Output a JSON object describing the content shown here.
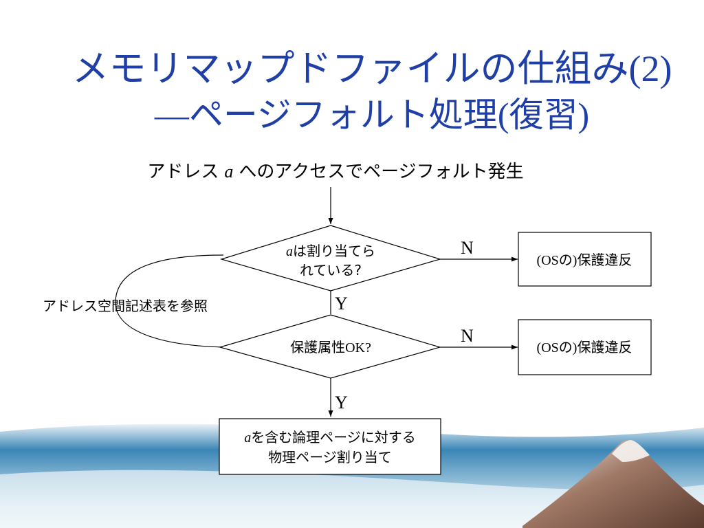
{
  "title": {
    "line1_main": "メモリマップドファイルの仕組み",
    "line1_suffix": "(2)",
    "line2_dash": "—",
    "line2_main": "ページフォルト処理",
    "line2_paren_open": "(",
    "line2_paren_text": "復習",
    "line2_paren_close": ")"
  },
  "flowchart": {
    "start_pre": "アドレス",
    "start_var": "a",
    "start_post": "へのアクセスでページフォルト発生",
    "decision1_var": "a",
    "decision1_line1": "は割り当てら",
    "decision1_line2": "れている?",
    "decision2_label": "保護属性",
    "decision2_suffix": "OK?",
    "no_label_1": "N",
    "no_label_2": "N",
    "yes_label_1": "Y",
    "yes_label_2": "Y",
    "violation_1_open": "(OS",
    "violation_1_no": "の",
    "violation_1_rest": ")保護違反",
    "violation_2_open": "(OS",
    "violation_2_no": "の",
    "violation_2_rest": ")保護違反",
    "side_note": "アドレス空間記述表を参照",
    "final_var": "a",
    "final_line1": "を含む論理ページに対する",
    "final_line2": "物理ページ割り当て"
  },
  "colors": {
    "title": "#1f3fa6",
    "line": "#000000",
    "wave_top": "#2f7fb0",
    "wave_mid": "#9cc3d9",
    "wave_bottom": "#e8f1f6",
    "mountain": "#6b4a3a"
  },
  "decoration": {
    "background": "blue-gradient-wave",
    "mountain": "snow-capped-mountain-icon"
  }
}
